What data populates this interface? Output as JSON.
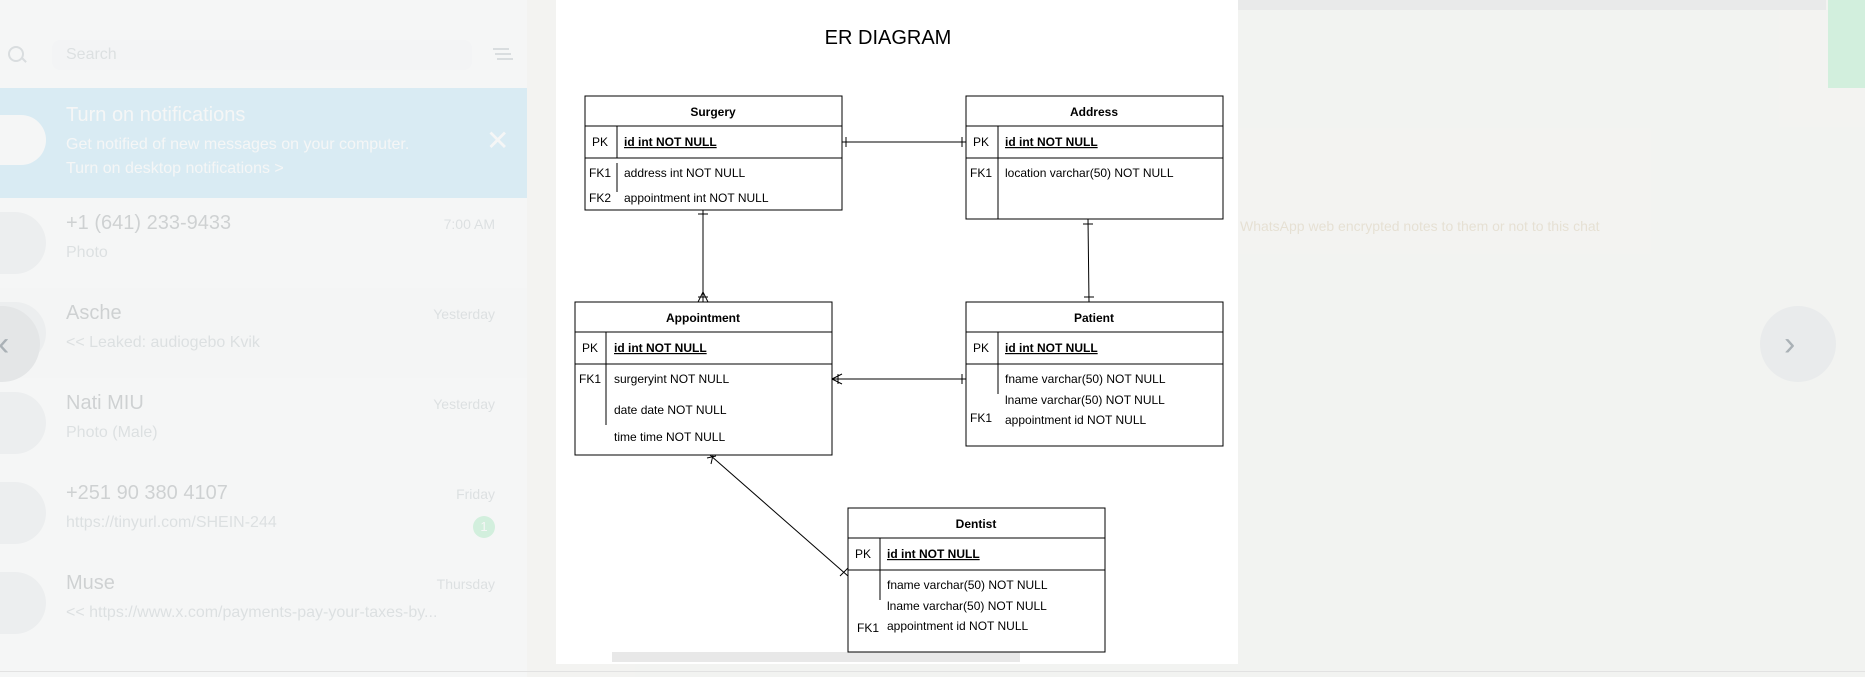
{
  "background_app": {
    "search": {
      "placeholder": "Search"
    },
    "notification": {
      "title": "Turn on notifications",
      "line1": "Get notified of new messages on your computer.",
      "line2": "Turn on desktop notifications >"
    },
    "chats": [
      {
        "name": "+1 (641) 233-9433",
        "preview": "Photo",
        "time": "7:00 AM",
        "badge": ""
      },
      {
        "name": "Asche",
        "preview": "<< Leaked: audiogebo Kvik",
        "time": "Yesterday",
        "badge": ""
      },
      {
        "name": "Nati MIU",
        "preview": "Photo (Male)",
        "time": "Yesterday",
        "badge": ""
      },
      {
        "name": "+251 90 380 4107",
        "preview": "https://tinyurl.com/SHEIN-244",
        "time": "Friday",
        "badge": "1"
      },
      {
        "name": "Muse",
        "preview": "<< https://www.x.com/payments-pay-your-taxes-by...",
        "time": "Thursday",
        "badge": ""
      }
    ],
    "conversation_notice": "WhatsApp web encrypted notes to them or not to this chat"
  },
  "viewer": {
    "prev_glyph": "‹",
    "next_glyph": "›"
  },
  "diagram": {
    "title": "ER DIAGRAM",
    "colors": {
      "line": "#000000",
      "fill": "#ffffff",
      "text": "#000000"
    },
    "entities": {
      "surgery": {
        "name": "Surgery",
        "pk_key": "PK",
        "pk_field": "id int NOT NULL",
        "rows": [
          {
            "key": "FK1",
            "field": "address int NOT NULL"
          },
          {
            "key": "FK2",
            "field": "appointment int NOT NULL"
          }
        ]
      },
      "address": {
        "name": "Address",
        "pk_key": "PK",
        "pk_field": "id int NOT NULL",
        "rows": [
          {
            "key": "FK1",
            "field": "location varchar(50) NOT NULL"
          }
        ]
      },
      "appointment": {
        "name": "Appointment",
        "pk_key": "PK",
        "pk_field": "id int NOT NULL",
        "rows": [
          {
            "key": "FK1",
            "field": "surgeryint NOT NULL"
          },
          {
            "key": "",
            "field": "date date NOT NULL"
          },
          {
            "key": "",
            "field": "time time NOT NULL"
          }
        ]
      },
      "patient": {
        "name": "Patient",
        "pk_key": "PK",
        "pk_field": "id int NOT NULL",
        "rows": [
          {
            "key": "",
            "field": "fname varchar(50) NOT NULL"
          },
          {
            "key": "",
            "field": "lname varchar(50) NOT NULL"
          },
          {
            "key": "FK1",
            "field": "appointment id NOT NULL"
          }
        ]
      },
      "dentist": {
        "name": "Dentist",
        "pk_key": "PK",
        "pk_field": "id int NOT NULL",
        "rows": [
          {
            "key": "",
            "field": "fname varchar(50) NOT NULL"
          },
          {
            "key": "",
            "field": "lname varchar(50) NOT NULL"
          },
          {
            "key": "FK1",
            "field": "appointment id NOT NULL"
          }
        ]
      }
    },
    "relationships": [
      {
        "from": "Surgery",
        "to": "Address",
        "from_end": "one",
        "to_end": "one"
      },
      {
        "from": "Surgery",
        "to": "Appointment",
        "from_end": "one",
        "to_end": "many"
      },
      {
        "from": "Address",
        "to": "Patient",
        "from_end": "one",
        "to_end": "one"
      },
      {
        "from": "Appointment",
        "to": "Patient",
        "from_end": "many",
        "to_end": "one"
      },
      {
        "from": "Appointment",
        "to": "Dentist",
        "from_end": "many",
        "to_end": "one"
      }
    ]
  }
}
